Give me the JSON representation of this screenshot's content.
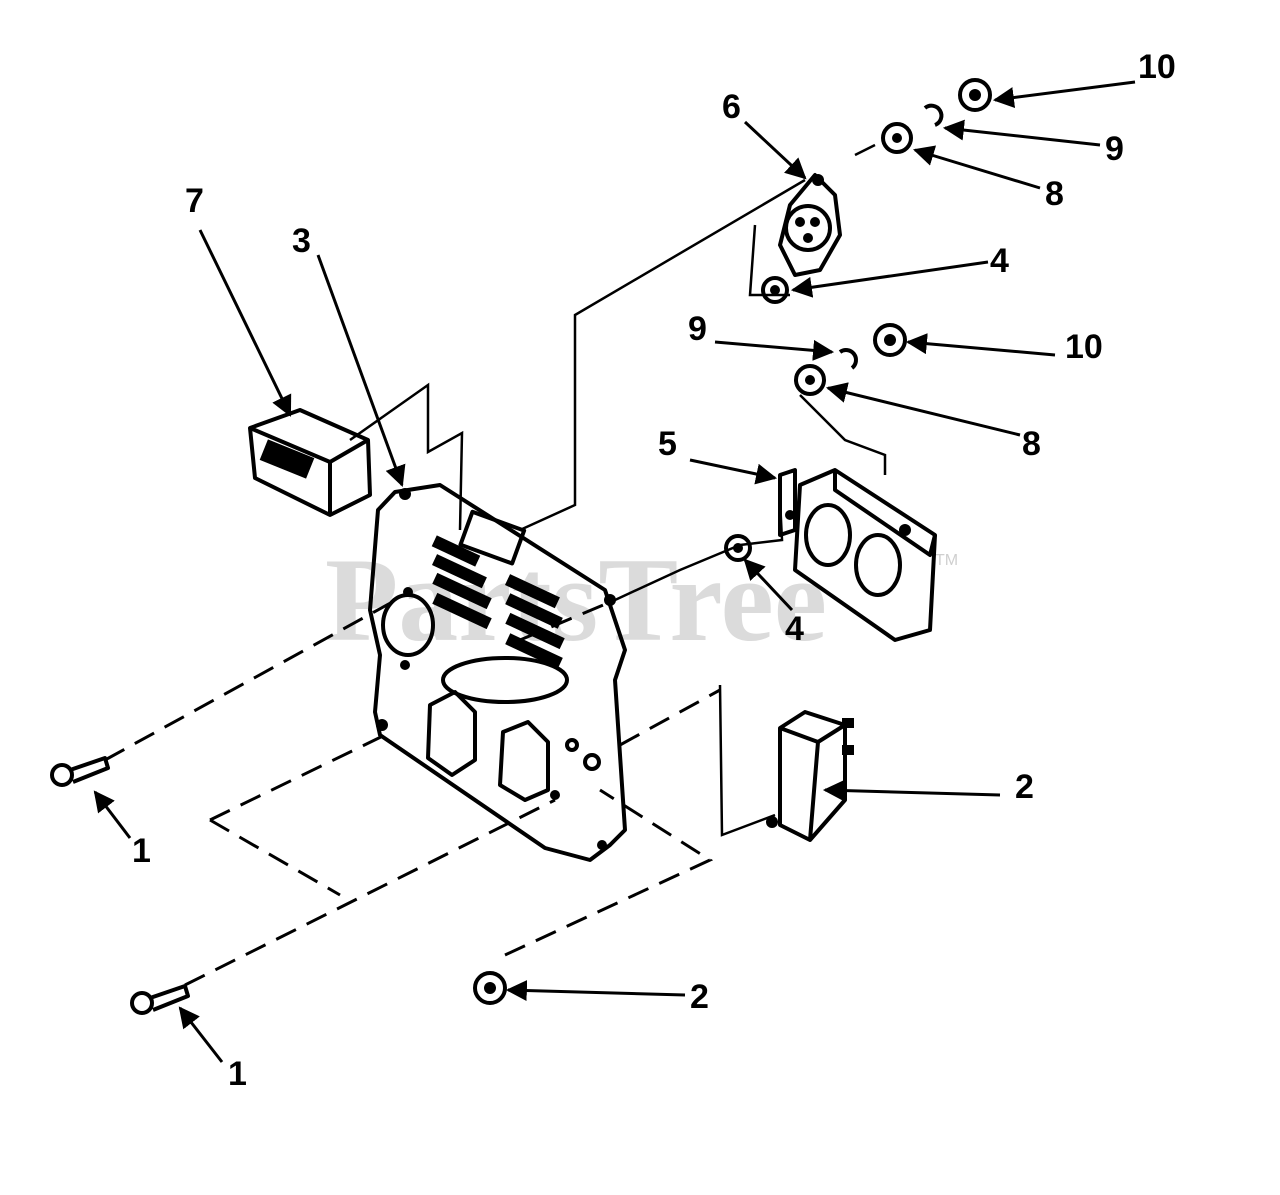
{
  "watermark": {
    "text": "PartsTree",
    "mark": "TM"
  },
  "callouts": {
    "c1a": "1",
    "c1b": "1",
    "c2a": "2",
    "c2b": "2",
    "c3": "3",
    "c4a": "4",
    "c4b": "4",
    "c5": "5",
    "c6": "6",
    "c7": "7",
    "c8a": "8",
    "c8b": "8",
    "c9a": "9",
    "c9b": "9",
    "c10a": "10",
    "c10b": "10"
  },
  "colors": {
    "ink": "#000000",
    "watermark": "#cfcfcf",
    "background": "#ffffff"
  }
}
